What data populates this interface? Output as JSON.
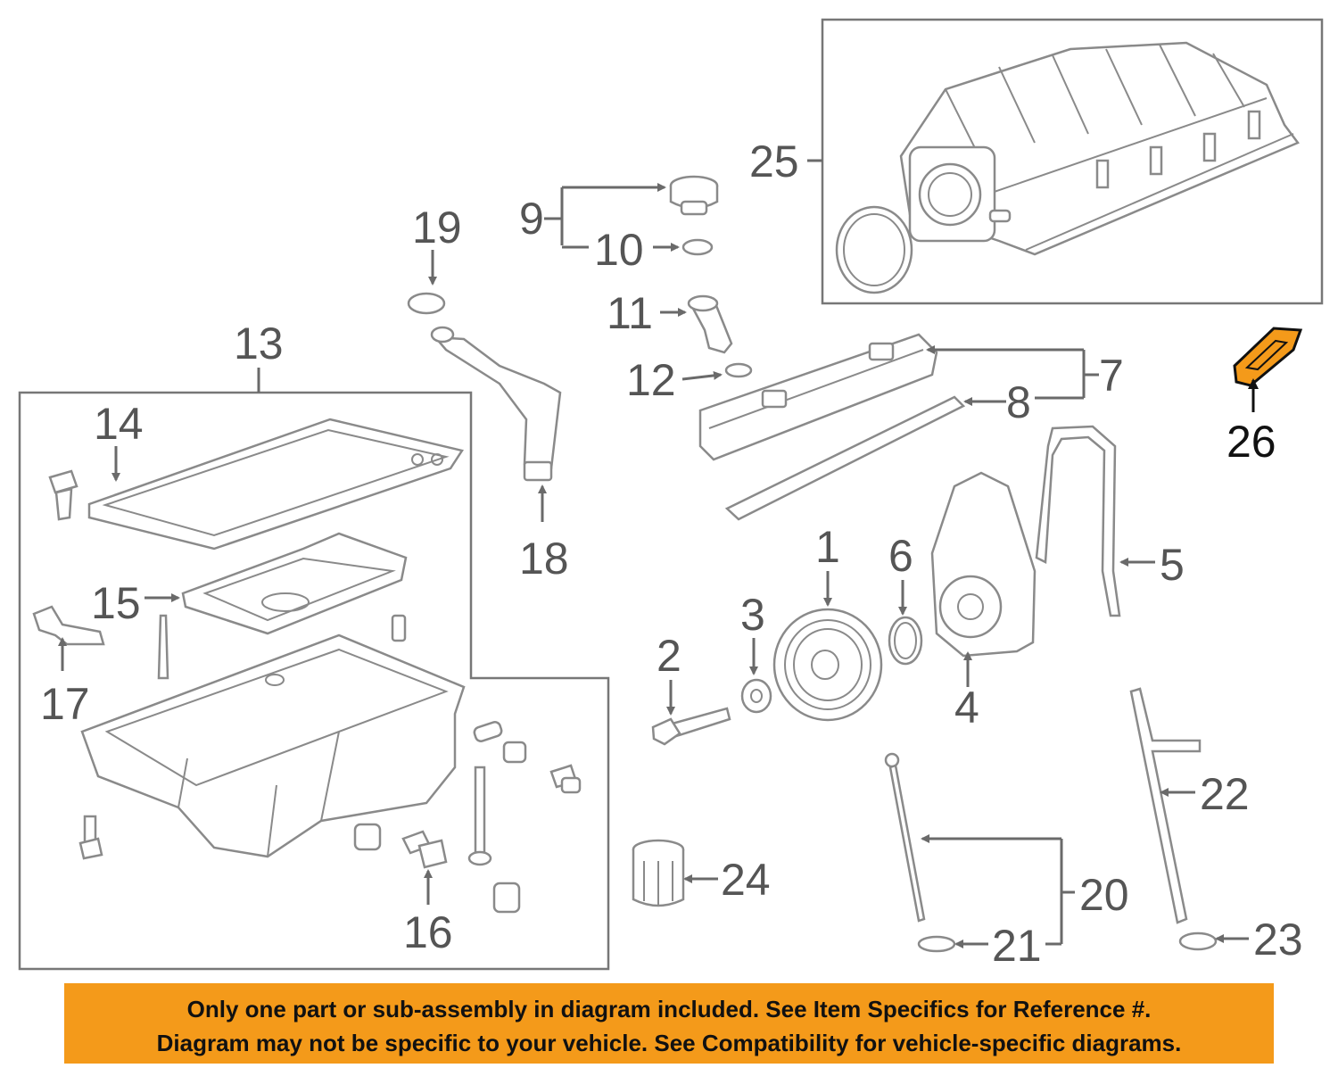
{
  "callouts": {
    "c1": "1",
    "c2": "2",
    "c3": "3",
    "c4": "4",
    "c5": "5",
    "c6": "6",
    "c7": "7",
    "c8": "8",
    "c9": "9",
    "c10": "10",
    "c11": "11",
    "c12": "12",
    "c13": "13",
    "c14": "14",
    "c15": "15",
    "c16": "16",
    "c17": "17",
    "c18": "18",
    "c19": "19",
    "c20": "20",
    "c21": "21",
    "c22": "22",
    "c23": "23",
    "c24": "24",
    "c25": "25",
    "c26": "26"
  },
  "highlight_part": "26",
  "colors": {
    "highlight": "#f49a1a",
    "banner": "#f49a1a",
    "line": "#6a6a6a"
  },
  "banner": {
    "line1": "Only one part or sub-assembly in diagram included. See Item Specifics for Reference #.",
    "line2": "Diagram may not be specific to your vehicle. See Compatibility for vehicle-specific diagrams."
  }
}
